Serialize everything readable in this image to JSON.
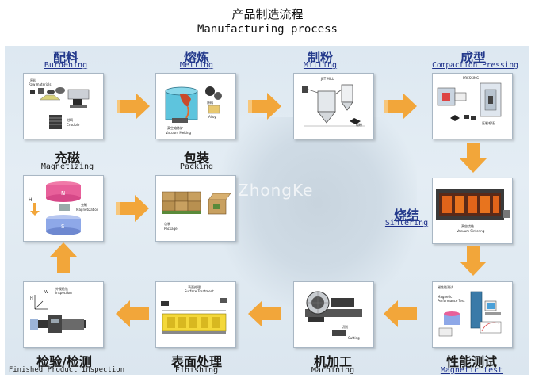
{
  "title": {
    "chinese": "产品制造流程",
    "english": "Manufacturing process"
  },
  "steps": [
    {
      "id": "burdening",
      "chinese": "配料",
      "english": "Burdening",
      "card_labels": [
        "原料",
        "Raw materials",
        "坩埚",
        "Crucible"
      ]
    },
    {
      "id": "melting",
      "chinese": "熔炼",
      "english": "Melting",
      "card_labels": [
        "真空熔炼炉",
        "Vacuum Melting",
        "原料",
        "Alloy"
      ]
    },
    {
      "id": "milling",
      "chinese": "制粉",
      "english": "Milling",
      "card_labels": [
        "JET MILL",
        "粗粉"
      ]
    },
    {
      "id": "compaction",
      "chinese": "成型",
      "english": "Compaction Pressing",
      "card_labels": [
        "PRESSING",
        "压制毛坯"
      ]
    },
    {
      "id": "sintering",
      "chinese": "烧结",
      "english": "Sintering",
      "card_labels": [
        "真空烧结",
        "Vacuum Sintering"
      ]
    },
    {
      "id": "magnetic-test",
      "chinese": "性能测试",
      "english": "Magnetic test",
      "card_labels": [
        "磁性能测试",
        "Magnetic",
        "Performance Test"
      ]
    },
    {
      "id": "machining",
      "chinese": "机加工",
      "english": "Machining",
      "card_labels": [
        "切割",
        "Cutting"
      ]
    },
    {
      "id": "finishing",
      "chinese": "表面处理",
      "english": "Finishing",
      "card_labels": [
        "表面处理",
        "Surface Treatment"
      ]
    },
    {
      "id": "inspection",
      "chinese": "检验/检测",
      "english": "Finished Product Inspection",
      "card_labels": [
        "外观检验",
        "Inspection"
      ]
    },
    {
      "id": "magnetizing",
      "chinese": "充磁",
      "english": "Magnetizing",
      "card_labels": [
        "充磁",
        "Magnetization"
      ]
    },
    {
      "id": "packing",
      "chinese": "包装",
      "english": "Packing",
      "card_labels": [
        "包装",
        "Package"
      ]
    }
  ],
  "watermark": "ZhongKe",
  "colors": {
    "arrow": "#f2a63a",
    "label_blue": "#243a8c",
    "backdrop": "#dde8f1"
  }
}
